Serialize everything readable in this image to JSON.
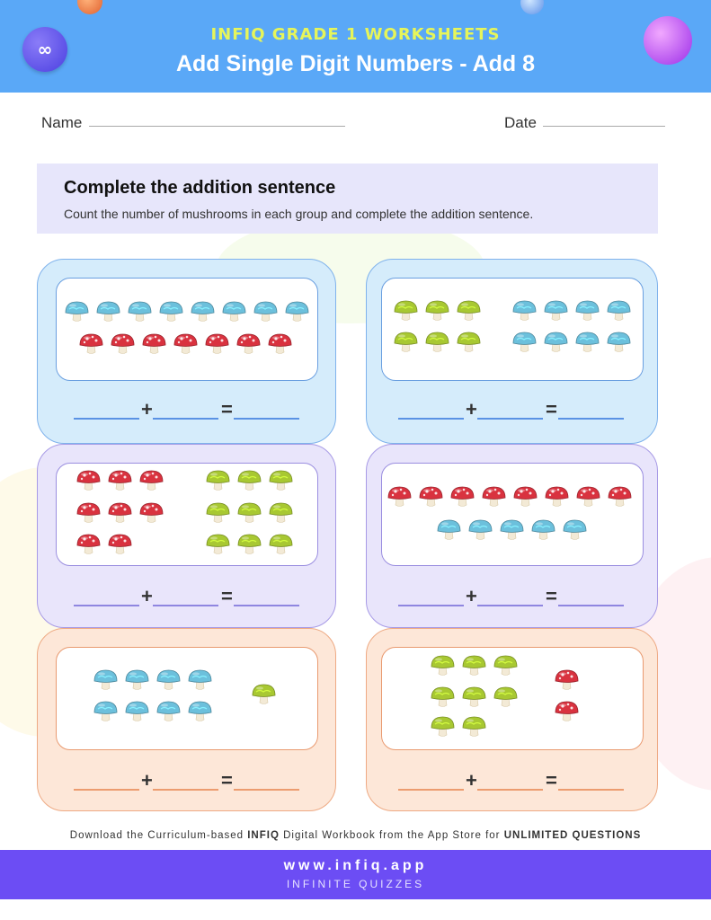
{
  "header": {
    "logo_text": "∞",
    "subtitle": "INFIQ GRADE 1 WORKSHEETS",
    "title": "Add Single Digit Numbers - Add 8"
  },
  "fields": {
    "name_label": "Name",
    "date_label": "Date"
  },
  "instructions": {
    "title": "Complete the addition sentence",
    "text": "Count the number of mushrooms in each group and complete the addition sentence."
  },
  "equation": {
    "plus": "+",
    "equals": "="
  },
  "problems": [
    {
      "groups": [
        {
          "color": "blue",
          "count": 8
        },
        {
          "color": "red",
          "count": 7
        }
      ]
    },
    {
      "groups": [
        {
          "color": "green",
          "count": 6
        },
        {
          "color": "blue",
          "count": 8
        }
      ]
    },
    {
      "groups": [
        {
          "color": "red",
          "count": 8
        },
        {
          "color": "green",
          "count": 9
        }
      ]
    },
    {
      "groups": [
        {
          "color": "red",
          "count": 8
        },
        {
          "color": "blue",
          "count": 5
        }
      ]
    },
    {
      "groups": [
        {
          "color": "blue",
          "count": 8
        },
        {
          "color": "green",
          "count": 1
        }
      ]
    },
    {
      "groups": [
        {
          "color": "green",
          "count": 8
        },
        {
          "color": "red",
          "count": 2
        }
      ]
    }
  ],
  "mushroom_colors": {
    "blue": "#6cc0dc",
    "red": "#d9323f",
    "green": "#a8c832"
  },
  "footer": {
    "promo_prefix": "Download the Curriculum-based ",
    "promo_brand": "INFIQ",
    "promo_middle": " Digital Workbook from the App Store for ",
    "promo_strong": "UNLIMITED QUESTIONS",
    "url": "www.infiq.app",
    "tagline": "INFINITE QUIZZES"
  }
}
